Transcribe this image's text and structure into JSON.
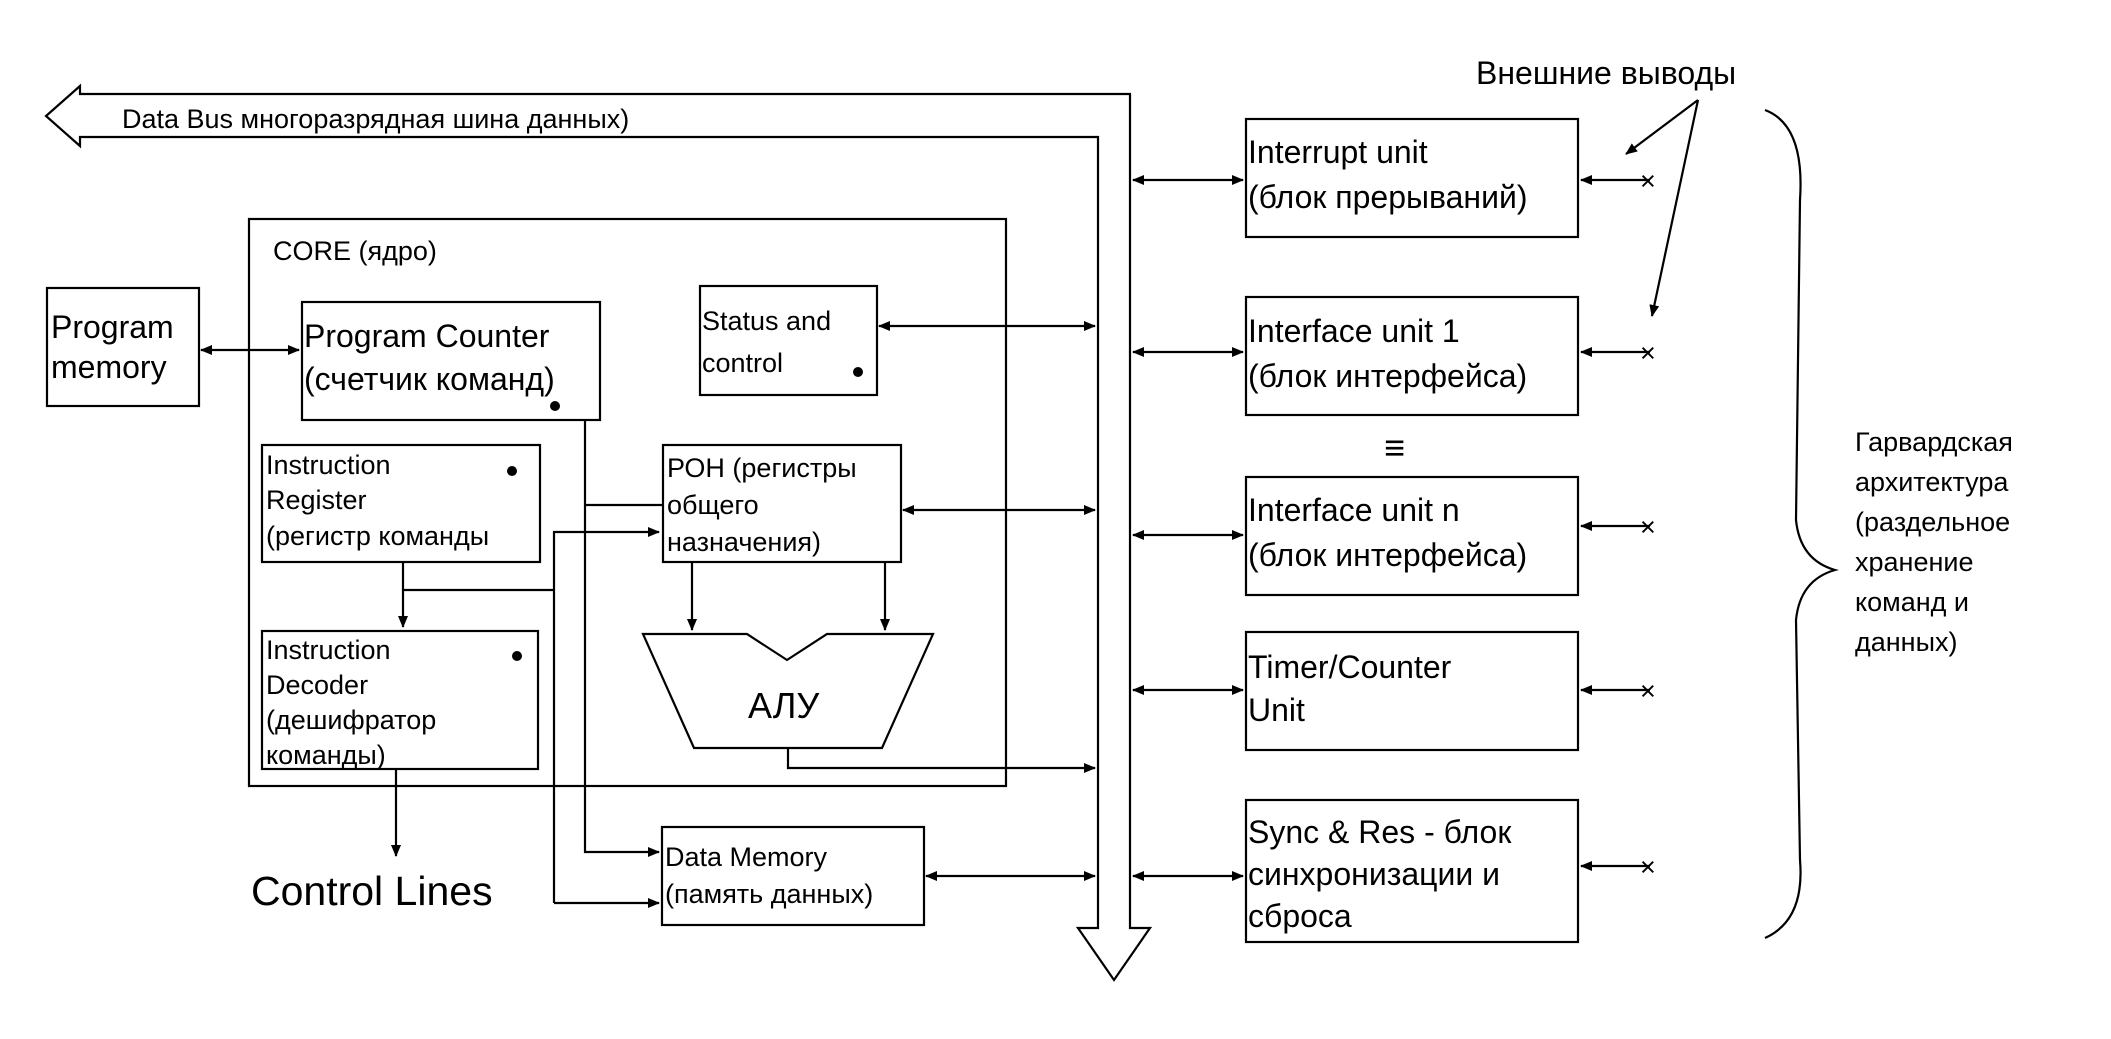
{
  "data_bus_label": "Data Bus многоразрядная шина данных)",
  "external_pins_label": "Внешние выводы",
  "core_label": "CORE (ядро)",
  "program_memory": [
    "Program",
    "memory"
  ],
  "program_counter": [
    "Program Counter",
    "(счетчик команд)"
  ],
  "status_control": [
    "Status and",
    "control"
  ],
  "instruction_register": [
    "Instruction",
    "Register",
    "(регистр команды"
  ],
  "general_registers": [
    "РОН (регистры",
    "общего",
    "назначения)"
  ],
  "instruction_decoder": [
    "Instruction",
    "Decoder",
    "(дешифратор",
    "команды)"
  ],
  "alu_label": "АЛУ",
  "control_lines_label": "Control Lines",
  "data_memory": [
    "Data Memory",
    "(память данных)"
  ],
  "interrupt_unit": [
    "Interrupt unit",
    "(блок прерываний)"
  ],
  "interface_unit_1": [
    "Interface unit 1",
    "(блок интерфейса)"
  ],
  "interface_unit_n": [
    "Interface unit n",
    "(блок интерфейса)"
  ],
  "timer_counter_unit": [
    "Timer/Counter",
    "Unit"
  ],
  "sync_res_unit": [
    "Sync & Res - блок",
    "синхронизации и",
    "сброса"
  ],
  "harvard_note": [
    "Гарвардская",
    "архитектура",
    "(раздельное",
    "хранение",
    "команд и",
    "данных)"
  ],
  "ellipsis_glyph": "≡"
}
